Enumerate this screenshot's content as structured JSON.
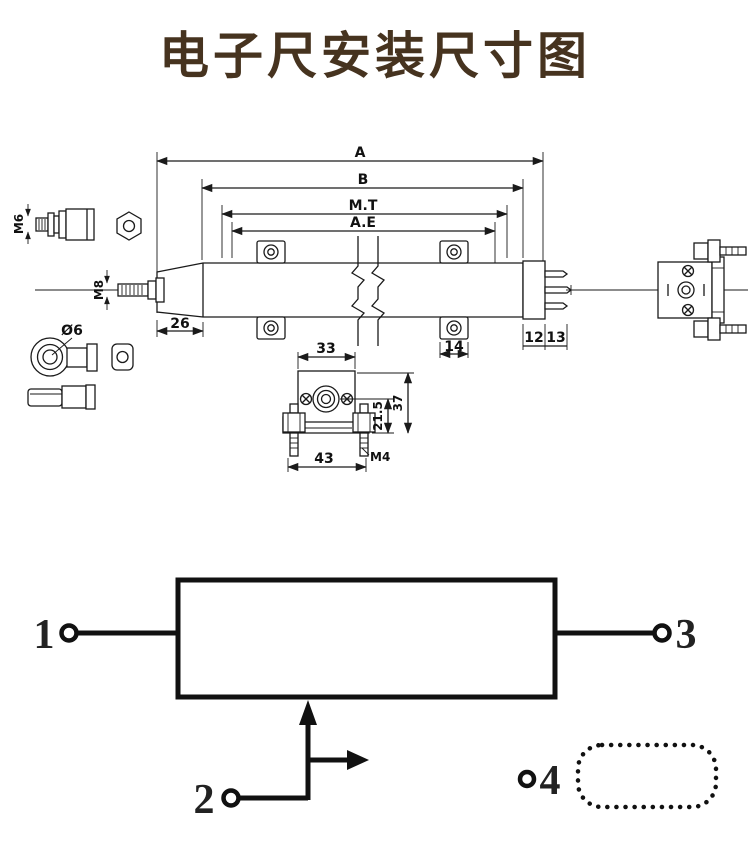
{
  "title": {
    "text": "电子尺安装尺寸图"
  },
  "colors": {
    "title": "#46331f",
    "ink": "#1a1a1a",
    "background": "#ffffff"
  },
  "drawing": {
    "dims": {
      "overall_length": "A",
      "body_length": "B",
      "mt": "M.T",
      "ae": "A.E",
      "front_section": "26",
      "foot_width": "14",
      "cap_section": "12",
      "pin_section": "13",
      "body_width": "33",
      "bolt_span": "43",
      "half_height": "21.5",
      "total_height": "37",
      "bolt_thread": "M4",
      "stud_thread": "M6",
      "shaft_thread": "M8",
      "rod_end_bore": "Ø6"
    }
  },
  "schematic": {
    "terminals": [
      {
        "label": "1"
      },
      {
        "label": "2"
      },
      {
        "label": "3"
      },
      {
        "label": "4"
      }
    ]
  }
}
